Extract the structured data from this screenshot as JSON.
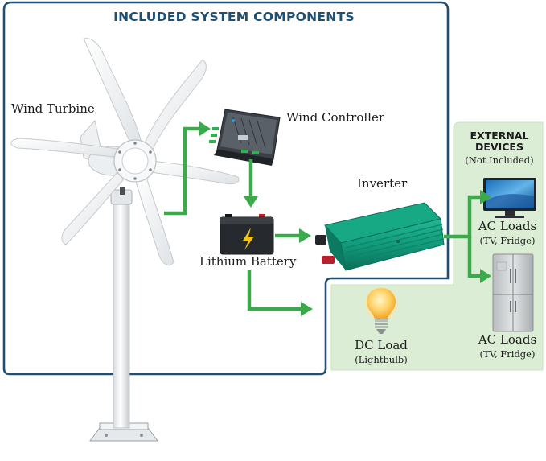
{
  "colors": {
    "frame_blue": "#1f4f73",
    "arrow_green": "#3aaa4a",
    "external_bg": "#dbeed5",
    "inverter_green": "#129b7c",
    "battery_dark": "#262a2e",
    "bolt_yellow": "#f6c415"
  },
  "diagram": {
    "title": "INCLUDED SYSTEM COMPONENTS",
    "external": {
      "title_line1": "EXTERNAL",
      "title_line2": "DEVICES",
      "subtitle": "(Not Included)"
    },
    "nodes": {
      "wind_turbine": {
        "label": "Wind Turbine",
        "icon": "wind-turbine-icon"
      },
      "wind_controller": {
        "label": "Wind Controller",
        "icon": "charge-controller-icon"
      },
      "lithium_battery": {
        "label": "Lithium Battery",
        "icon": "battery-icon"
      },
      "inverter": {
        "label": "Inverter",
        "icon": "inverter-icon"
      },
      "ac_loads_tv": {
        "label": "AC Loads",
        "sublabel": "(TV, Fridge)",
        "icon": "tv-icon"
      },
      "ac_loads_fridge": {
        "label": "AC Loads",
        "sublabel": "(TV, Fridge)",
        "icon": "fridge-icon"
      },
      "dc_load": {
        "label": "DC Load",
        "sublabel": "(Lightbulb)",
        "icon": "lightbulb-icon"
      }
    },
    "edges": [
      {
        "from": "wind_turbine",
        "to": "wind_controller"
      },
      {
        "from": "wind_controller",
        "to": "lithium_battery"
      },
      {
        "from": "lithium_battery",
        "to": "inverter"
      },
      {
        "from": "inverter",
        "to": "ac_loads_tv"
      },
      {
        "from": "inverter",
        "to": "ac_loads_fridge"
      },
      {
        "from": "lithium_battery",
        "to": "dc_load"
      }
    ]
  }
}
